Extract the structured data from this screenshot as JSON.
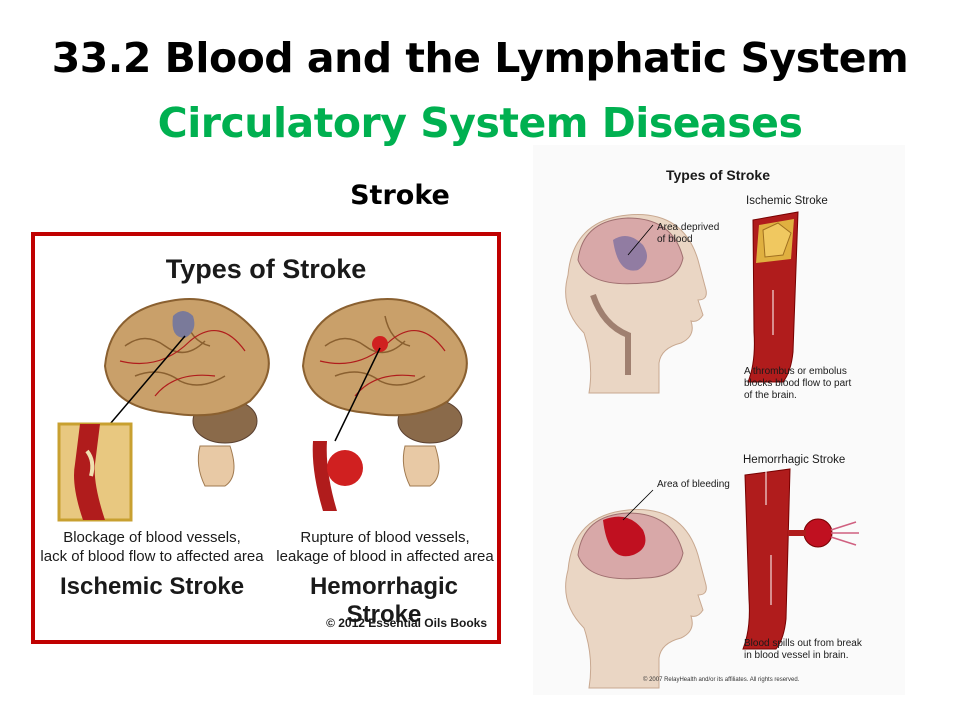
{
  "slide": {
    "title": "33.2 Blood and the Lymphatic System",
    "subtitle": "Circulatory System Diseases",
    "section": "Stroke"
  },
  "left_figure": {
    "title": "Types of Stroke",
    "ischemic_caption_1": "Blockage of blood vessels,",
    "ischemic_caption_2": "lack of blood flow to affected area",
    "ischemic_name": "Ischemic Stroke",
    "hemorrhagic_caption_1": "Rupture of blood vessels,",
    "hemorrhagic_caption_2": "leakage of blood in affected area",
    "hemorrhagic_name": "Hemorrhagic Stroke",
    "copyright": "© 2012 Essential Oils Books"
  },
  "right_figure": {
    "title": "Types of Stroke",
    "ischemic_heading": "Ischemic Stroke",
    "area_deprived_1": "Area deprived",
    "area_deprived_2": "of blood",
    "ischemic_desc_1": "A thrombus or embolus",
    "ischemic_desc_2": "blocks blood flow to part",
    "ischemic_desc_3": "of the brain.",
    "hemorrhagic_heading": "Hemorrhagic Stroke",
    "area_bleeding": "Area of bleeding",
    "hemorrhagic_desc_1": "Blood spills out from break",
    "hemorrhagic_desc_2": "in blood vessel in brain.",
    "copyright": "© 2007 RelayHealth and/or its affiliates.  All rights reserved."
  },
  "colors": {
    "title": "#000000",
    "subtitle": "#00b050",
    "frame": "#c00000",
    "brain": "#c9a06a",
    "vessel": "#b01c1c"
  }
}
